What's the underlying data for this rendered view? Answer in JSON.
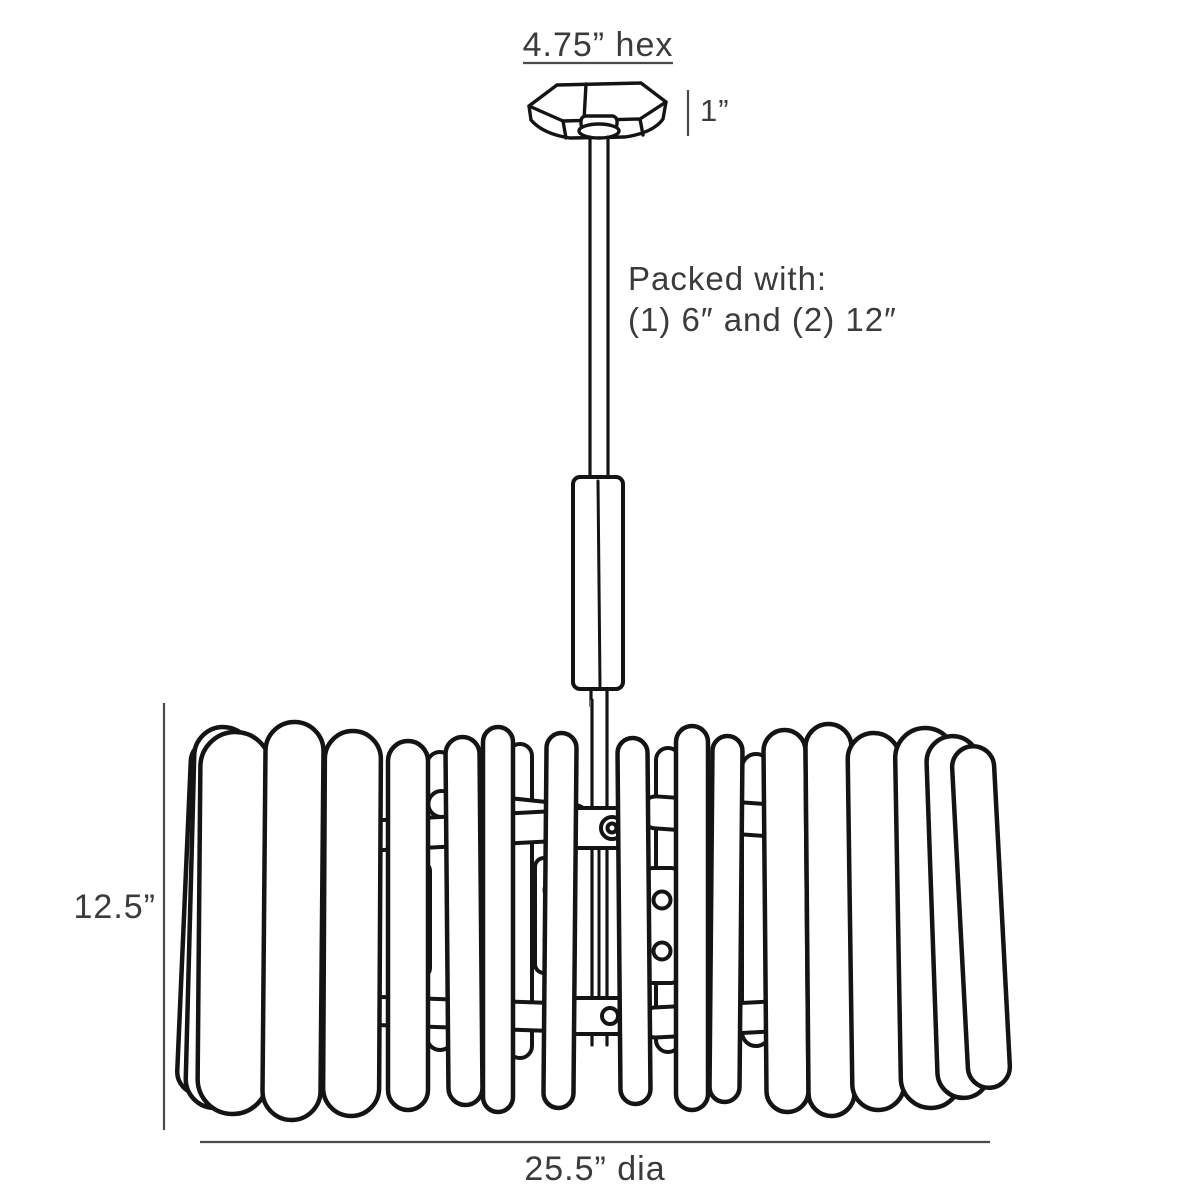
{
  "diagram": {
    "type": "product-dimension-drawing",
    "subject": "chandelier pendant with hex canopy, downrod and slatted drum shade",
    "labels": {
      "hex_width": "4.75” hex",
      "canopy_height": "1”",
      "packed_line1": "Packed with:",
      "packed_line2": "(1) 6″ and (2) 12″",
      "fixture_height": "12.5”",
      "fixture_diameter": "25.5” dia"
    },
    "colors": {
      "line_art": "#141414",
      "dimension_lines": "#4a4a4a",
      "label_text": "#3b3b3b",
      "background": "#ffffff"
    }
  }
}
